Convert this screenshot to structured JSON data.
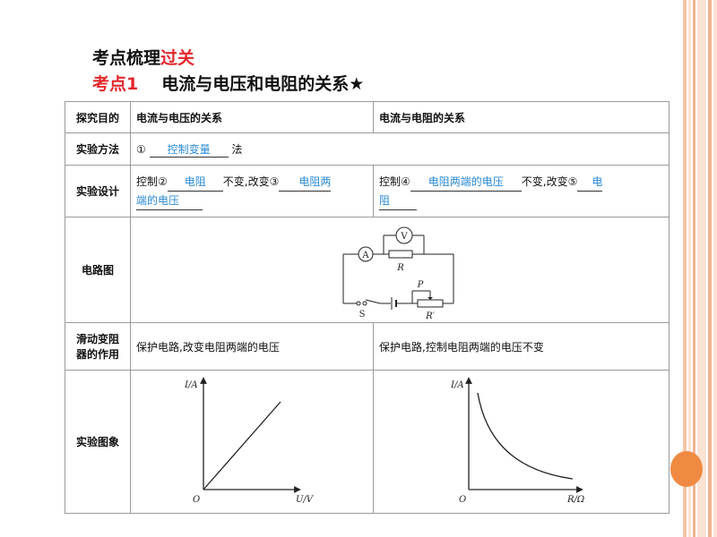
{
  "heading": {
    "title_main": "考点梳理",
    "title_highlight": "过关",
    "point_num": "考点1",
    "point_title": "电流与电压和电阻的关系★"
  },
  "table": {
    "row_headers": {
      "purpose": "探究目的",
      "method": "实验方法",
      "design": "实验设计",
      "circuit": "电路图",
      "rheostat_line1": "滑动变阻",
      "rheostat_line2": "器的作用",
      "graph": "实验图象"
    },
    "purpose": {
      "left": "电流与电压的关系",
      "right": "电流与电阻的关系"
    },
    "method": {
      "num": "①",
      "answer": "控制变量",
      "suffix": "法"
    },
    "design_left": {
      "prefix": "控制②",
      "answer1": "电阻",
      "middle": "不变,改变③",
      "answer2a": "电阻两",
      "answer2b": "端的电压"
    },
    "design_right": {
      "prefix": "控制④",
      "answer1": "电阻两端的电压",
      "middle": "不变,改变⑤",
      "answer2a": "电",
      "answer2b": "阻"
    },
    "circuit_labels": {
      "voltmeter": "V",
      "ammeter": "A",
      "resistor": "R",
      "slider": "P",
      "rheostat": "R′",
      "switch": "S"
    },
    "rheostat_role": {
      "left": "保护电路,改变电阻两端的电压",
      "right": "保护电路,控制电阻两端的电压不变"
    },
    "graph_left": {
      "ylabel": "I/A",
      "xlabel": "U/V",
      "origin": "O"
    },
    "graph_right": {
      "ylabel": "I/A",
      "xlabel": "R/Ω",
      "origin": "O"
    }
  },
  "colors": {
    "highlight": "#e3262b",
    "answer": "#2a8ad6",
    "stripe_dark": "#f3b38f",
    "stripe_light": "#fbe3d3",
    "accent_dot": "#f08a43"
  }
}
